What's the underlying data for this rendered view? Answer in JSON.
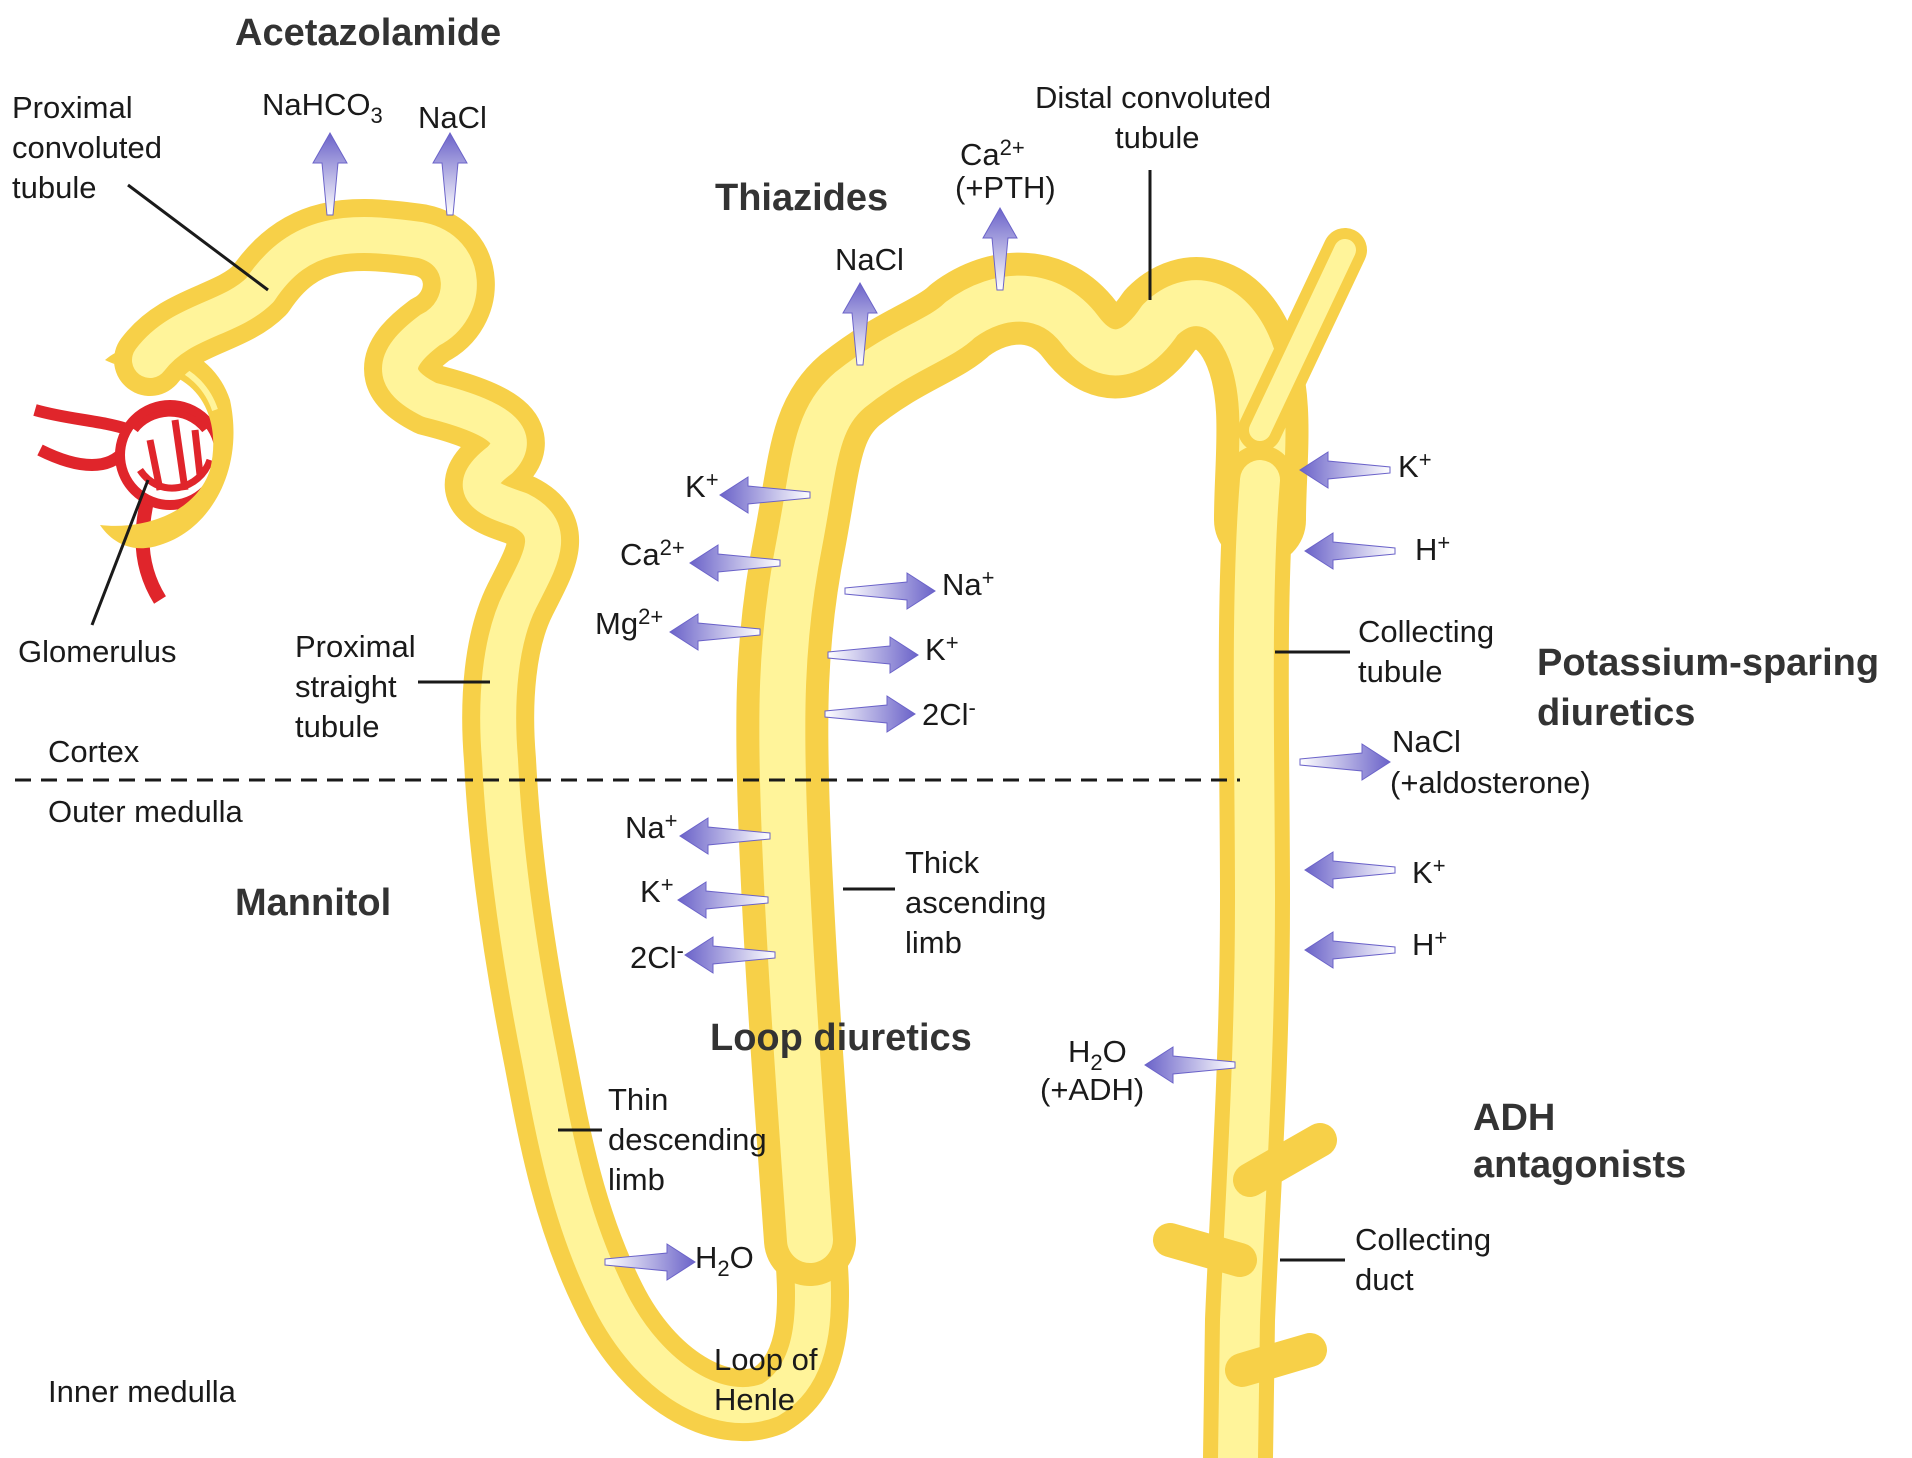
{
  "drug_labels": {
    "acetazolamide": "Acetazolamide",
    "thiazides": "Thiazides",
    "potassium_sparing_line1": "Potassium-sparing",
    "potassium_sparing_line2": "diuretics",
    "mannitol": "Mannitol",
    "loop_diuretics": "Loop diuretics",
    "adh_antagonists_line1": "ADH",
    "adh_antagonists_line2": "antagonists"
  },
  "structure_labels": {
    "pct": [
      "Proximal",
      "convoluted",
      "tubule"
    ],
    "glomerulus": "Glomerulus",
    "pst": [
      "Proximal",
      "straight",
      "tubule"
    ],
    "dct": [
      "Distal convoluted",
      "tubule"
    ],
    "collecting_tubule": [
      "Collecting",
      "tubule"
    ],
    "thick_ascending": [
      "Thick",
      "ascending",
      "limb"
    ],
    "thin_descending": [
      "Thin",
      "descending",
      "limb"
    ],
    "loop_of_henle": [
      "Loop of",
      "Henle"
    ],
    "collecting_duct": [
      "Collecting",
      "duct"
    ]
  },
  "zones": {
    "cortex": "Cortex",
    "outer_medulla": "Outer medulla",
    "inner_medulla": "Inner medulla"
  },
  "ions": {
    "nahco3": {
      "main": "NaHCO",
      "sub": "3"
    },
    "nacl_pct": "NaCl",
    "nacl_dct": "NaCl",
    "ca_dct": {
      "main": "Ca",
      "sup": "2+",
      "note": "(+PTH)"
    },
    "k_tal_upper": {
      "main": "K",
      "sup": "+"
    },
    "ca_tal": {
      "main": "Ca",
      "sup": "2+"
    },
    "mg_tal": {
      "main": "Mg",
      "sup": "2+"
    },
    "na_in": {
      "main": "Na",
      "sup": "+"
    },
    "k_in": {
      "main": "K",
      "sup": "+"
    },
    "cl_in": {
      "main": "2Cl",
      "sup": "-"
    },
    "na_out": {
      "main": "Na",
      "sup": "+"
    },
    "k_out": {
      "main": "K",
      "sup": "+"
    },
    "cl_out": {
      "main": "2Cl",
      "sup": "-"
    },
    "h2o_thin": {
      "pre": "H",
      "sub": "2",
      "post": "O"
    },
    "k_ct1": {
      "main": "K",
      "sup": "+"
    },
    "h_ct1": {
      "main": "H",
      "sup": "+"
    },
    "nacl_ct": "NaCl",
    "nacl_ct_note": "(+aldosterone)",
    "k_ct2": {
      "main": "K",
      "sup": "+"
    },
    "h_ct2": {
      "main": "H",
      "sup": "+"
    },
    "h2o_cd": {
      "pre": "H",
      "sub": "2",
      "post": "O",
      "note": "(+ADH)"
    }
  },
  "colors": {
    "tubule_outer": "#f7d048",
    "tubule_inner": "#fff49a",
    "arrow": "#6b63c9",
    "glomerulus": "#e0252b"
  }
}
